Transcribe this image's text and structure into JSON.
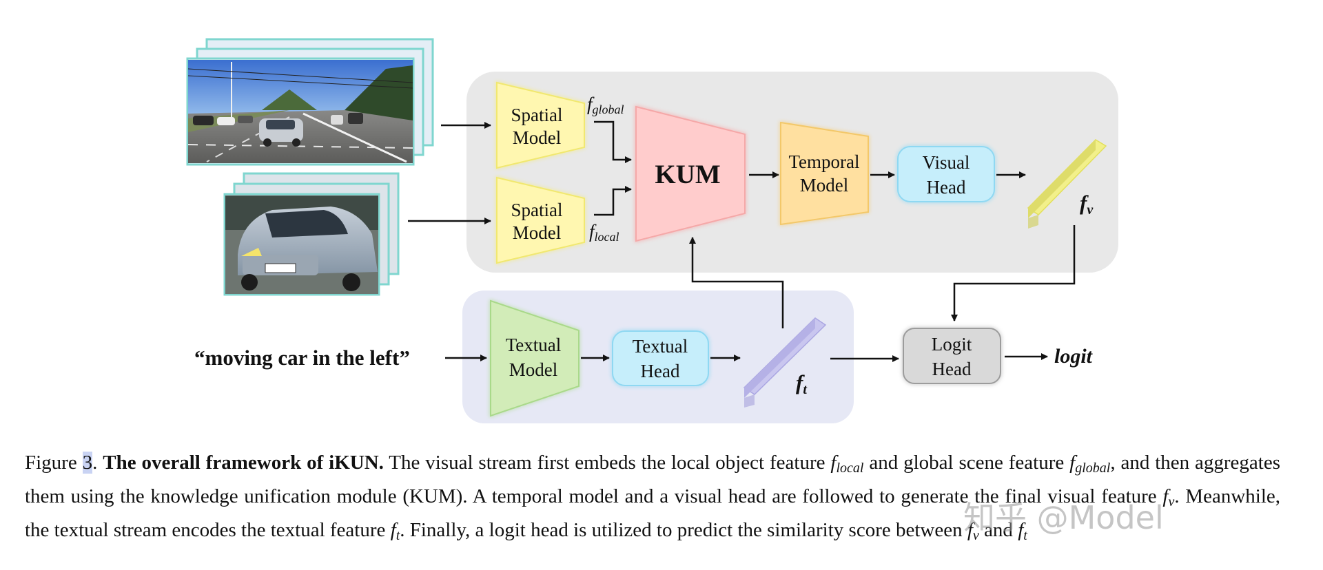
{
  "diagram": {
    "spatial_model_global": [
      "Spatial",
      "Model"
    ],
    "spatial_model_local": [
      "Spatial",
      "Model"
    ],
    "kum": "KUM",
    "temporal_model": [
      "Temporal",
      "Model"
    ],
    "visual_head": [
      "Visual",
      "Head"
    ],
    "textual_model": [
      "Textual",
      "Model"
    ],
    "textual_head": [
      "Textual",
      "Head"
    ],
    "logit_head": [
      "Logit",
      "Head"
    ],
    "text_query": "“moving car in the left”",
    "output_label": "logit",
    "f_global": {
      "base": "f",
      "sub": "global"
    },
    "f_local": {
      "base": "f",
      "sub": "local"
    },
    "f_v": {
      "base": "f",
      "sub": "v"
    },
    "f_t": {
      "base": "f",
      "sub": "t"
    },
    "colors": {
      "visual_panel": "#e8e8e8",
      "text_panel": "#e6e8f5",
      "spatial": "#fff7b0",
      "kum": "#ffcccc",
      "temporal": "#ffe0a0",
      "head_blue": "#c6eefb",
      "textual_model": "#d2ecb8",
      "logit_head": "#d9d9d9",
      "feature_yellow": "#f2f08a",
      "feature_purple": "#c9c6ef",
      "frame_border": "#7fd6cf"
    }
  },
  "caption": {
    "figure_label": "Figure ",
    "figure_number": "3",
    "figure_dot": ".",
    "bold_title": "The overall framework of iKUN.",
    "s1": " The visual stream first embeds the local object feature ",
    "s2": " and global scene feature ",
    "s3": ", and then aggregates them using the knowledge unification module (KUM). A temporal model and a visual head are followed to generate the final visual feature ",
    "s4": ". Meanwhile, the textual stream encodes the textual feature ",
    "s5": ". Finally, a logit head is utilized to predict the similarity score between ",
    "s6": " and ",
    "math_f": "f",
    "sub_local": "local",
    "sub_global": "global",
    "sub_v": "v",
    "sub_t": "t"
  },
  "watermark": "知乎 @Model"
}
